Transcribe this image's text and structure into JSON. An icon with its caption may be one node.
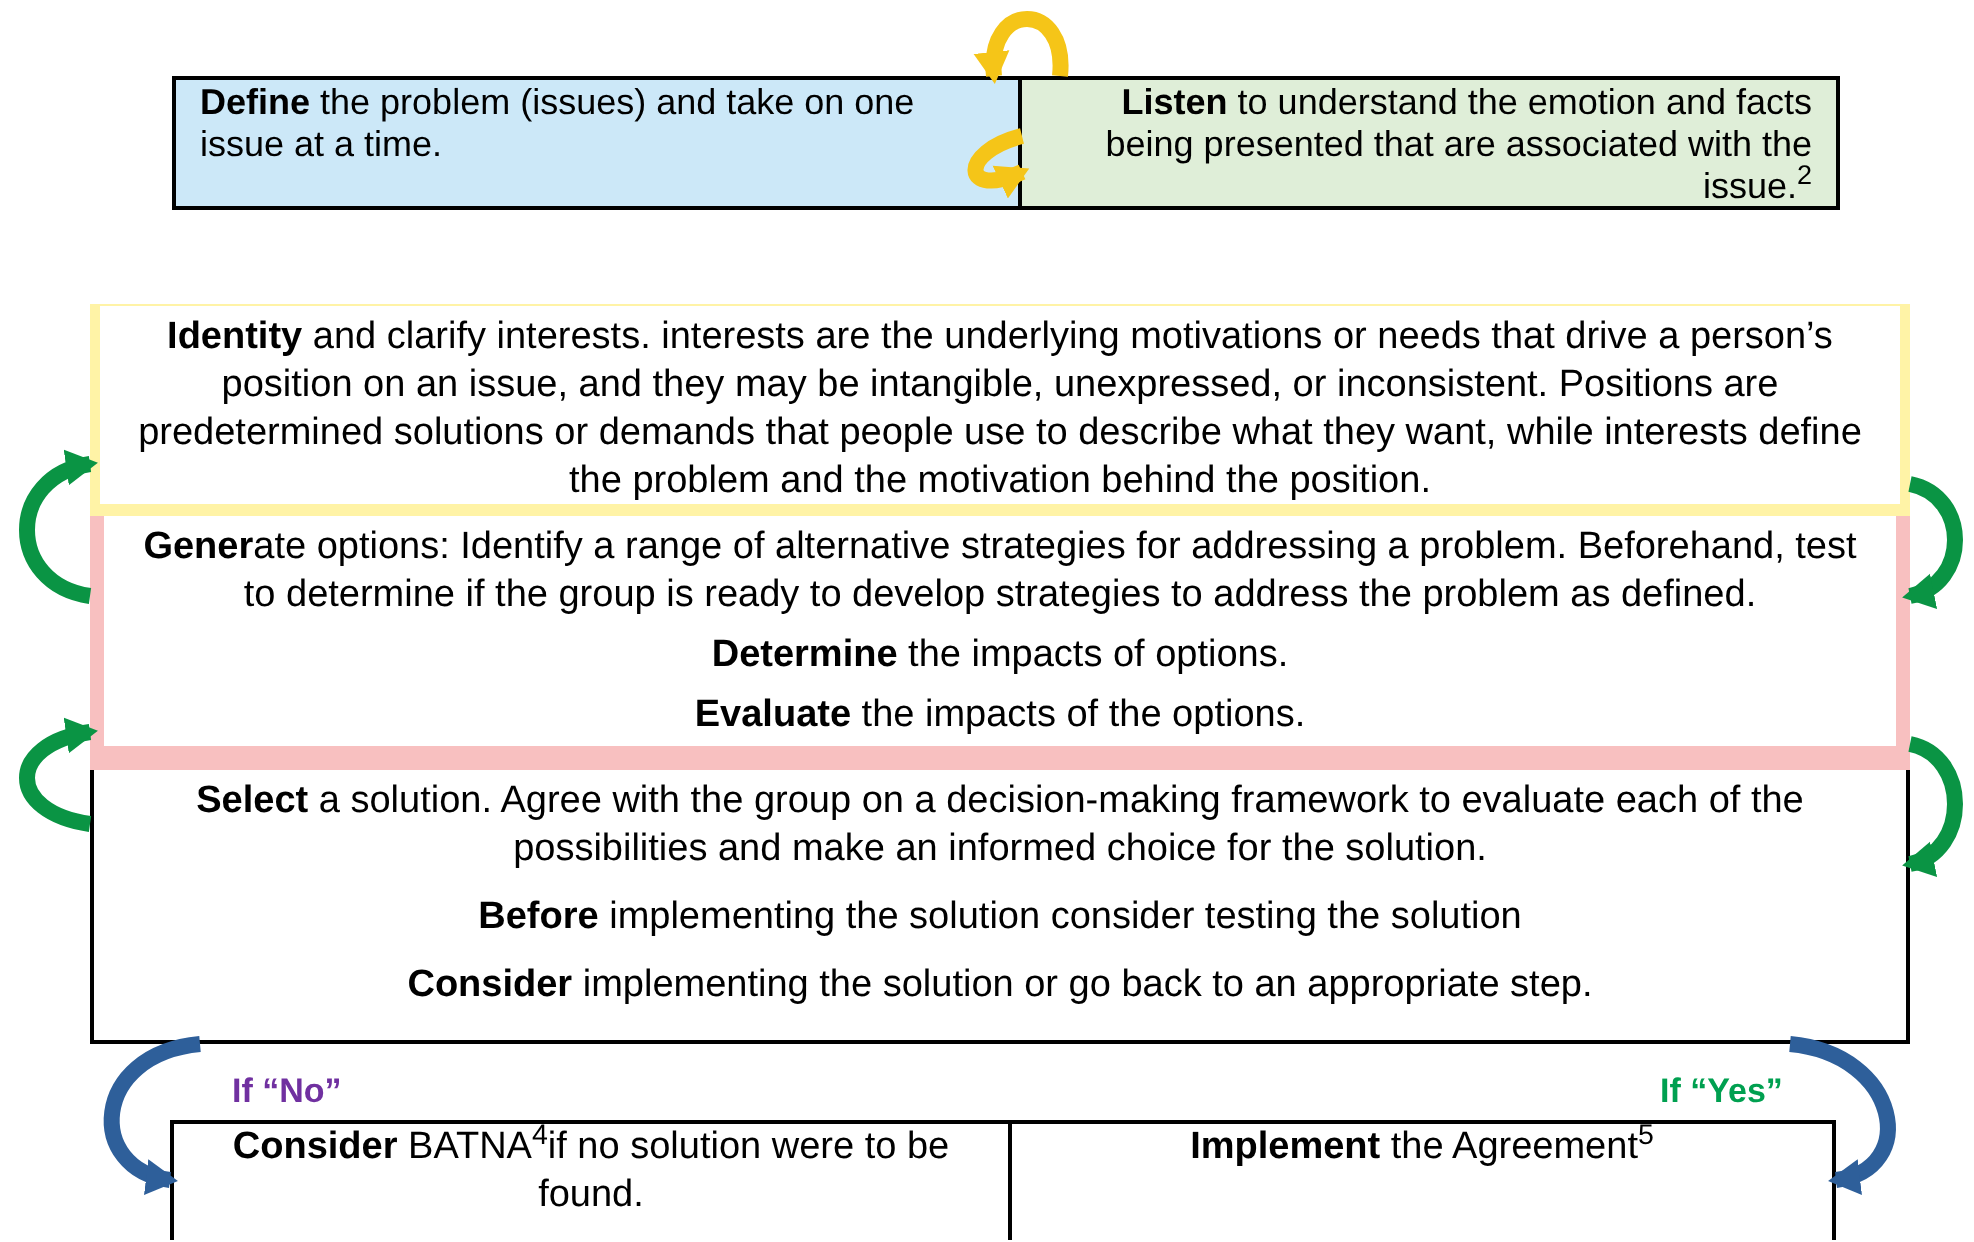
{
  "diagram": {
    "nodes": [
      {
        "text": [
          "**Define** the problem (issues) and take on one issue at a time."
        ]
      },
      {
        "text": [
          "**Listen** to understand the emotion and facts being presented that are associated with the issue.$^{2}$"
        ]
      },
      {
        "text": [
          "**Identity** and clarify interests.  interests are the underlying motivations or needs that drive a person’s position on an issue, and they may be intangible, unexpressed, or inconsistent. Positions are predetermined solutions or demands that people use to describe what they want, while interests define the problem and the motivation behind the position."
        ]
      },
      {
        "text": [
          "**Gener**ate options: Identify a range of alternative strategies for addressing a problem. Beforehand, test to determine if the group is ready to develop strategies to address the problem as defined.",
          "**Determine** the impacts of options.",
          "**Evaluate** the impacts of the options."
        ]
      },
      {
        "text": [
          "**Select** a solution. Agree with the group on a decision-making framework to evaluate each of the possibilities and make an informed choice for the solution.",
          "**Before** implementing the solution consider testing the solution",
          "**Consider** implementing the solution or go back to an appropriate step."
        ]
      },
      {
        "text": [
          "**Consider** BATNA$^{4}$if no solution were to be found."
        ]
      },
      {
        "text": [
          "**Implement** the Agreement$^{5}$"
        ]
      }
    ],
    "edges": [
      {
        "from": 1,
        "to": 0,
        "arrow": "to",
        "color": "#f5c518"
      },
      {
        "from": 0,
        "to": 1,
        "arrow": "to",
        "color": "#f5c518"
      },
      {
        "from": 3,
        "to": 2,
        "arrow": "to"
      },
      {
        "from": 2,
        "to": 3,
        "arrow": "to"
      },
      {
        "from": 4,
        "to": 3,
        "arrow": "to"
      },
      {
        "from": 3,
        "to": 4,
        "arrow": "to"
      },
      {
        "from": 4,
        "to": 5,
        "arrow": "to",
        "label": "If “No”",
        "color": "#2e5f9a"
      },
      {
        "from": 4,
        "to": 6,
        "arrow": "to",
        "label": "If “Yes”",
        "color": "#2e5f9a"
      }
    ]
  }
}
